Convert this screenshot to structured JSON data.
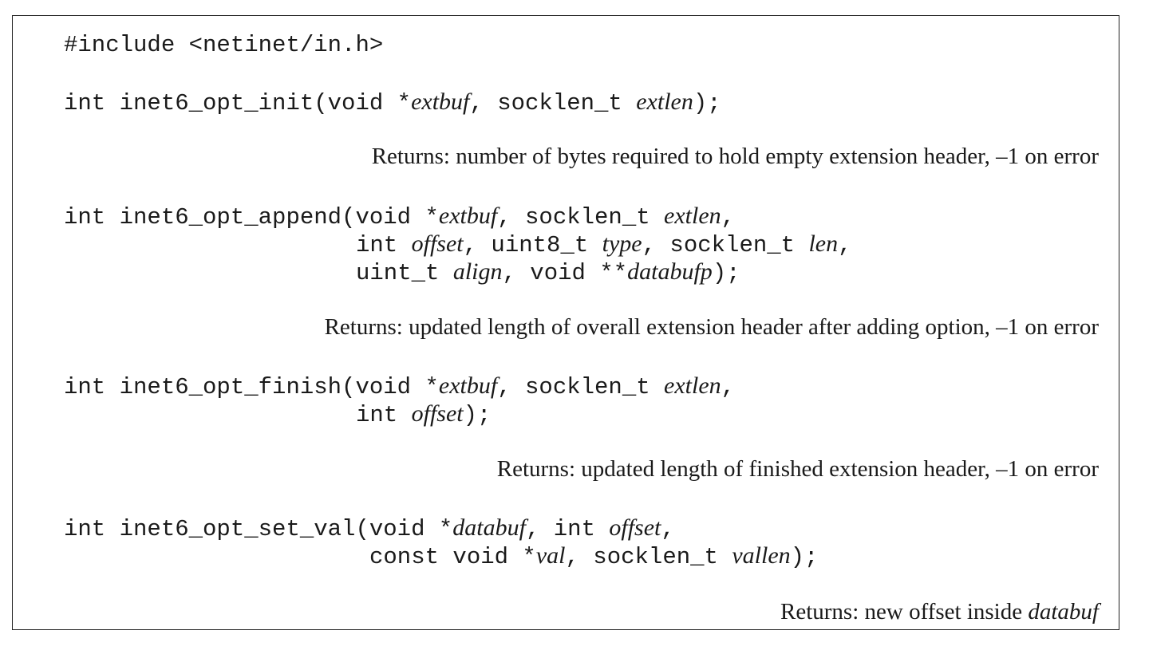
{
  "include_line": "#include <netinet/in.h>",
  "functions": [
    {
      "lines": [
        [
          "int inet6_opt_init(void *",
          {
            "arg": "extbuf"
          },
          ", socklen_t ",
          {
            "arg": "extlen"
          },
          ");"
        ]
      ],
      "returns": [
        "Returns: number of bytes required to hold empty extension header, –1 on error"
      ]
    },
    {
      "lines": [
        [
          "int inet6_opt_append(void *",
          {
            "arg": "extbuf"
          },
          ", socklen_t ",
          {
            "arg": "extlen"
          },
          ","
        ],
        [
          "int ",
          {
            "arg": "offset"
          },
          ", uint8_t ",
          {
            "arg": "type"
          },
          ", socklen_t ",
          {
            "arg": "len"
          },
          ","
        ],
        [
          "uint_t ",
          {
            "arg": "align"
          },
          ", void **",
          {
            "arg": "databufp"
          },
          ");"
        ]
      ],
      "returns": [
        "Returns: updated length of overall extension header after adding option, –1 on error"
      ]
    },
    {
      "lines": [
        [
          "int inet6_opt_finish(void *",
          {
            "arg": "extbuf"
          },
          ", socklen_t ",
          {
            "arg": "extlen"
          },
          ","
        ],
        [
          "int ",
          {
            "arg": "offset"
          },
          ");"
        ]
      ],
      "returns": [
        "Returns: updated length of finished extension header, –1 on error"
      ]
    },
    {
      "lines": [
        [
          "int inet6_opt_set_val(void *",
          {
            "arg": "databuf"
          },
          ", int ",
          {
            "arg": "offset"
          },
          ","
        ],
        [
          "const void *",
          {
            "arg": "val"
          },
          ", socklen_t ",
          {
            "arg": "vallen"
          },
          ");"
        ]
      ],
      "returns": [
        "Returns: new offset inside ",
        {
          "arg": "databuf"
        }
      ]
    }
  ]
}
